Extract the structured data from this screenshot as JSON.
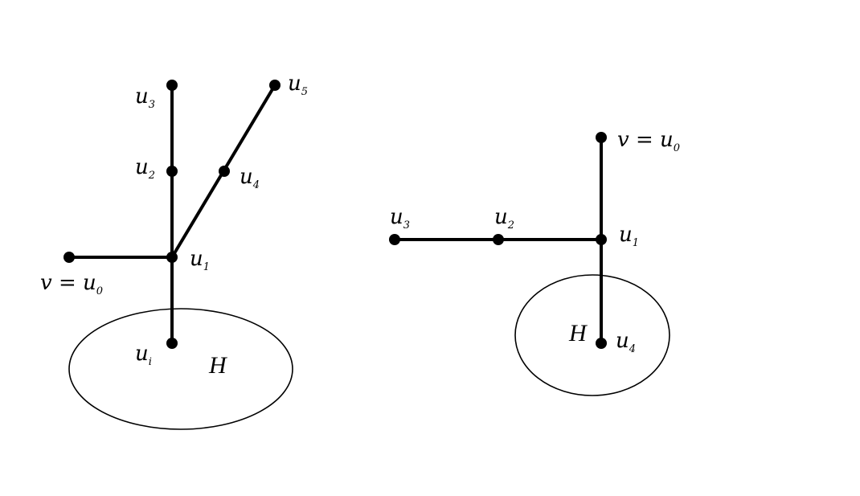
{
  "figure": {
    "left_graph": {
      "region_label": "H",
      "vertices": [
        {
          "id": "u0",
          "label": "v = u",
          "sub": "0"
        },
        {
          "id": "u1",
          "label": "u",
          "sub": "1"
        },
        {
          "id": "u2",
          "label": "u",
          "sub": "2"
        },
        {
          "id": "u3",
          "label": "u",
          "sub": "3"
        },
        {
          "id": "u4",
          "label": "u",
          "sub": "4"
        },
        {
          "id": "u5",
          "label": "u",
          "sub": "5"
        },
        {
          "id": "ui",
          "label": "u",
          "sub": "i"
        }
      ],
      "edges": [
        [
          "u0",
          "u1"
        ],
        [
          "u1",
          "u2"
        ],
        [
          "u2",
          "u3"
        ],
        [
          "u1",
          "u4"
        ],
        [
          "u4",
          "u5"
        ],
        [
          "u1",
          "ui"
        ]
      ]
    },
    "right_graph": {
      "region_label": "H",
      "vertices": [
        {
          "id": "u0",
          "label": "v = u",
          "sub": "0"
        },
        {
          "id": "u1",
          "label": "u",
          "sub": "1"
        },
        {
          "id": "u2",
          "label": "u",
          "sub": "2"
        },
        {
          "id": "u3",
          "label": "u",
          "sub": "3"
        },
        {
          "id": "u4",
          "label": "u",
          "sub": "4"
        }
      ],
      "edges": [
        [
          "u0",
          "u1"
        ],
        [
          "u1",
          "u2"
        ],
        [
          "u2",
          "u3"
        ],
        [
          "u1",
          "u4"
        ]
      ]
    }
  }
}
